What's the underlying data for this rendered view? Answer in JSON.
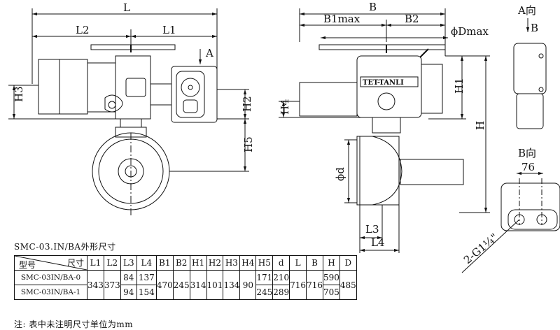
{
  "dims": {
    "L": "L",
    "L1": "L1",
    "L2": "L2",
    "H3": "H3",
    "H2": "H2",
    "H5": "H5",
    "A": "A",
    "B": "B",
    "B1max": "B1max",
    "B2": "B2",
    "Dmax": "ϕDmax",
    "H1": "H1",
    "H": "H",
    "H4": "H4",
    "d": "ϕd",
    "L3": "L3",
    "L4": "L4"
  },
  "views": {
    "a_view": "A向",
    "a_view_b": "B",
    "b_view": "B向",
    "b_dim": "76",
    "thread": "2-G1¼\""
  },
  "brand": "TET-TANLI",
  "table": {
    "title": "SMC-03.IN/BA外形尺寸",
    "corner_top": "尺寸",
    "corner_bottom": "型号",
    "columns": [
      "L1",
      "L2",
      "L3",
      "L4",
      "B1",
      "B2",
      "H1",
      "H2",
      "H3",
      "H4",
      "H5",
      "d",
      "L",
      "B",
      "H",
      "D"
    ],
    "models": [
      "SMC-03IN/BA-0",
      "SMC-03IN/BA-1"
    ],
    "shared": {
      "L1": "343",
      "L2": "373",
      "B1": "470",
      "B2": "245",
      "H1": "314",
      "H2": "101",
      "H3": "134",
      "H4": "90",
      "L": "716",
      "B": "716",
      "D": "485"
    },
    "rows": [
      {
        "L3": "84",
        "L4": "137",
        "H5": "171",
        "d": "210",
        "H": "590"
      },
      {
        "L3": "94",
        "L4": "154",
        "H5": "245",
        "d": "289",
        "H": "705"
      }
    ]
  },
  "note": "注: 表中未注明尺寸单位为mm"
}
